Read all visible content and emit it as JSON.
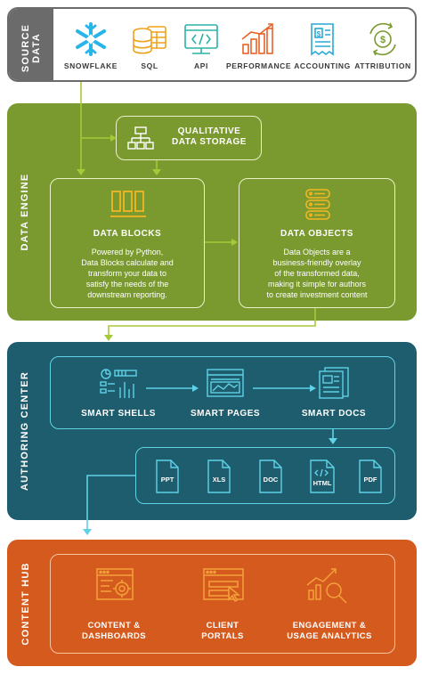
{
  "source_data": {
    "label_line1": "SOURCE",
    "label_line2": "DATA",
    "items": [
      {
        "label": "SNOWFLAKE",
        "icon": "snowflake-icon"
      },
      {
        "label": "SQL",
        "icon": "database-icon"
      },
      {
        "label": "API",
        "icon": "api-icon"
      },
      {
        "label": "PERFORMANCE",
        "icon": "bar-chart-icon"
      },
      {
        "label": "ACCOUNTING",
        "icon": "receipt-icon"
      },
      {
        "label": "ATTRIBUTION",
        "icon": "dollar-cycle-icon"
      }
    ]
  },
  "data_engine": {
    "label": "DATA ENGINE",
    "qualitative_storage": {
      "line1": "QUALITATIVE",
      "line2": "DATA STORAGE"
    },
    "data_blocks": {
      "title": "DATA BLOCKS",
      "body": [
        "Powered by Python,",
        "Data Blocks calculate and",
        "transform your data to",
        "satisfy the needs of the",
        "downstream reporting."
      ]
    },
    "data_objects": {
      "title": "DATA OBJECTS",
      "body": [
        "Data Objects are a",
        "business-friendly overlay",
        "of the transformed data,",
        "making it simple for authors",
        "to create investment content"
      ]
    }
  },
  "authoring_center": {
    "label": "AUTHORING CENTER",
    "steps": [
      {
        "label": "SMART SHELLS",
        "icon": "dashboard-grid-icon"
      },
      {
        "label": "SMART PAGES",
        "icon": "browser-chart-icon"
      },
      {
        "label": "SMART DOCS",
        "icon": "document-stack-icon"
      }
    ],
    "formats": [
      "PPT",
      "XLS",
      "DOC",
      "HTML",
      "PDF"
    ]
  },
  "content_hub": {
    "label": "CONTENT HUB",
    "items": [
      {
        "line1": "CONTENT &",
        "line2": "DASHBOARDS",
        "icon": "browser-gear-icon"
      },
      {
        "line1": "CLIENT",
        "line2": "PORTALS",
        "icon": "browser-cursor-icon"
      },
      {
        "line1": "ENGAGEMENT &",
        "line2": "USAGE ANALYTICS",
        "icon": "analytics-magnifier-icon"
      }
    ]
  },
  "colors": {
    "source": "#6b6b6b",
    "engine": "#7a9a2f",
    "author": "#1e5d6e",
    "hub": "#d45a1e",
    "connector": "#a6c93a",
    "cyan": "#5fd2e6"
  }
}
